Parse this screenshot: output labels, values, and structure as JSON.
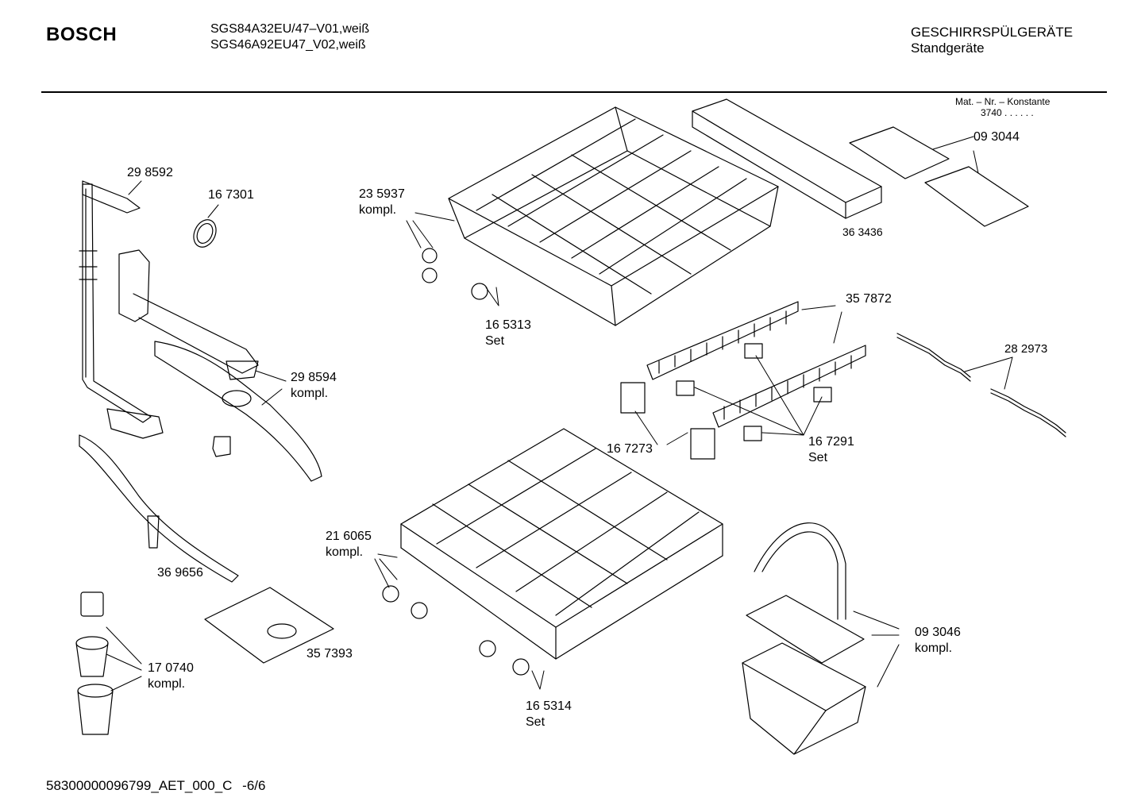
{
  "header": {
    "brand": "BOSCH",
    "model_line_1": "SGS84A32EU/47–V01,weiß",
    "model_line_2": "SGS46A92EU47_V02,weiß",
    "category_line_1": "GESCHIRRSPÜLGERÄTE",
    "category_line_2": "Standgeräte",
    "mat_nr_label": "Mat. – Nr. – Konstante",
    "mat_nr_value": "3740",
    "mat_nr_dots": ". .   . . . ."
  },
  "parts": [
    {
      "id": "p298592",
      "number": "29 8592",
      "suffix": ""
    },
    {
      "id": "p167301",
      "number": "16 7301",
      "suffix": ""
    },
    {
      "id": "p235937",
      "number": "23 5937",
      "suffix": "kompl."
    },
    {
      "id": "p165313",
      "number": "16 5313",
      "suffix": "Set"
    },
    {
      "id": "p363436",
      "number": "36 3436",
      "suffix": ""
    },
    {
      "id": "p093044",
      "number": "09 3044",
      "suffix": ""
    },
    {
      "id": "p357872",
      "number": "35 7872",
      "suffix": ""
    },
    {
      "id": "p282973",
      "number": "28 2973",
      "suffix": ""
    },
    {
      "id": "p298594",
      "number": "29 8594",
      "suffix": "kompl."
    },
    {
      "id": "p167273",
      "number": "16 7273",
      "suffix": ""
    },
    {
      "id": "p167291",
      "number": "16 7291",
      "suffix": "Set"
    },
    {
      "id": "p216065",
      "number": "21 6065",
      "suffix": "kompl."
    },
    {
      "id": "p369656",
      "number": "36 9656",
      "suffix": ""
    },
    {
      "id": "p357393",
      "number": "35 7393",
      "suffix": ""
    },
    {
      "id": "p170740",
      "number": "17 0740",
      "suffix": "kompl."
    },
    {
      "id": "p165314",
      "number": "16 5314",
      "suffix": "Set"
    },
    {
      "id": "p093046",
      "number": "09 3046",
      "suffix": "kompl."
    }
  ],
  "footer": {
    "doc_id": "58300000096799_AET_000_C",
    "page": "-6/6"
  }
}
